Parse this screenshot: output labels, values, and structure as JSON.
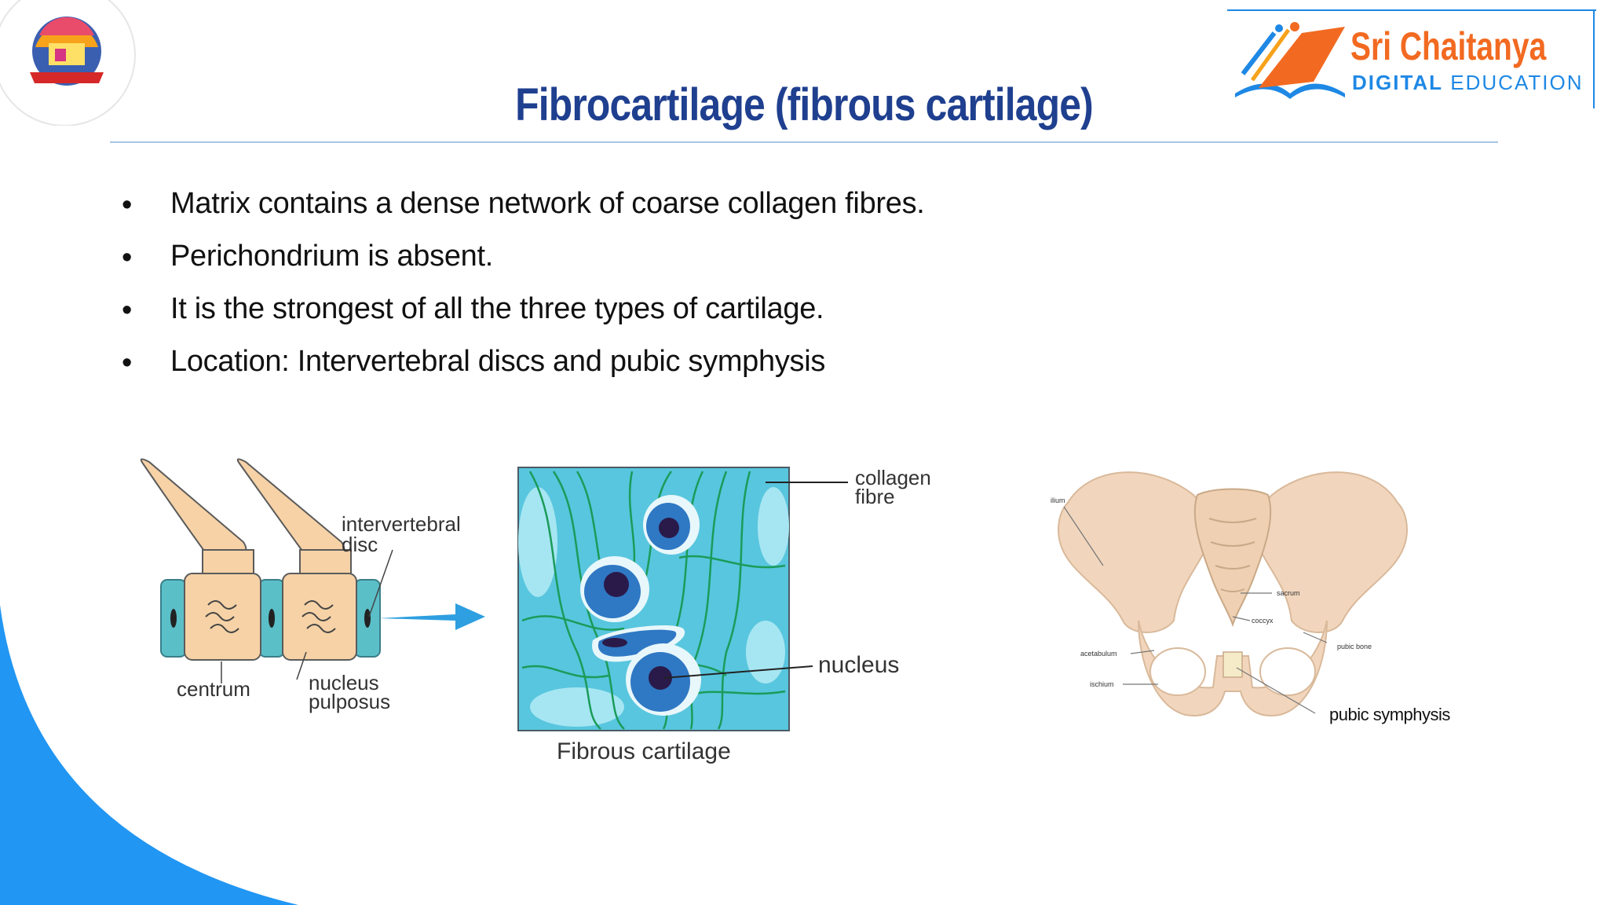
{
  "slide": {
    "title": "Fibrocartilage (fibrous cartilage)",
    "bullets": [
      "Matrix contains a dense network of coarse collagen fibres.",
      "Perichondrium is absent.",
      "It is the strongest of all the three types of cartilage.",
      "Location: Intervertebral discs and pubic symphysis"
    ]
  },
  "brand": {
    "name": "Sri Chaitanya",
    "tagline_bold": "DIGITAL",
    "tagline_rest": " EDUCATION",
    "primary_color": "#f26a21",
    "secondary_color": "#1e88e5"
  },
  "figures": {
    "vertebra": {
      "intervertebral_1": "intervertebral",
      "intervertebral_2": "disc",
      "centrum": "centrum",
      "nucleus_1": "nucleus",
      "nucleus_2": "pulposus"
    },
    "cartilage": {
      "collagen_1": "collagen",
      "collagen_2": "fibre",
      "nucleus": "nucleus",
      "caption": "Fibrous cartilage"
    },
    "pelvis": {
      "ilium": "ilium",
      "sacrum": "sacrum",
      "coccyx": "coccyx",
      "acetabulum": "acetabulum",
      "pubic_bone": "pubic bone",
      "ischium": "ischium",
      "pubic_symphysis": "pubic symphysis"
    }
  }
}
